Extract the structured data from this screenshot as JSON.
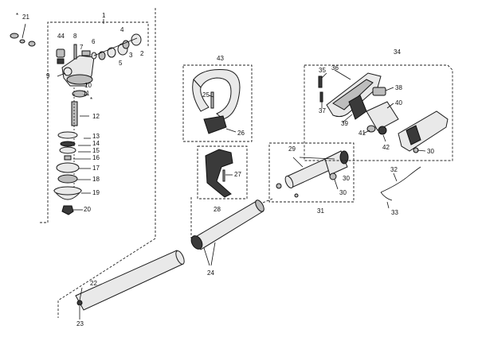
{
  "callouts": [
    "1",
    "2",
    "3",
    "4",
    "5",
    "6",
    "7",
    "8",
    "9",
    "10",
    "11",
    "12",
    "13",
    "14",
    "15",
    "16",
    "17",
    "18",
    "19",
    "20",
    "21",
    "22",
    "23",
    "24",
    "25",
    "26",
    "27",
    "28",
    "29",
    "30",
    "30",
    "30",
    "31",
    "32",
    "33",
    "34",
    "35",
    "36",
    "37",
    "38",
    "39",
    "40",
    "41",
    "42",
    "43",
    "44"
  ],
  "asterisks": [
    "*",
    "*"
  ]
}
